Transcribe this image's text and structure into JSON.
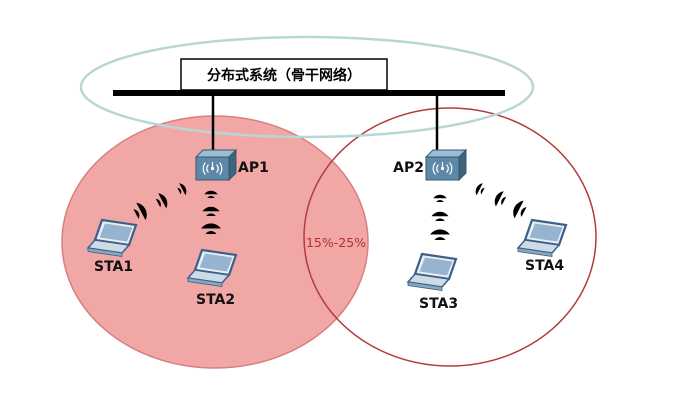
{
  "diagram": {
    "backbone_title": "分布式系统（骨干网络）",
    "overlap_label": "15%-25%",
    "access_points": [
      {
        "id": "ap1",
        "label": "AP1"
      },
      {
        "id": "ap2",
        "label": "AP2"
      }
    ],
    "stations": [
      {
        "id": "sta1",
        "label": "STA1"
      },
      {
        "id": "sta2",
        "label": "STA2"
      },
      {
        "id": "sta3",
        "label": "STA3"
      },
      {
        "id": "sta4",
        "label": "STA4"
      }
    ],
    "colors": {
      "left_cell_fill": "#f2a7a7",
      "left_cell_stroke": "#d87f7f",
      "right_cell_stroke": "#b23c3c",
      "backbone_bar": "#000000",
      "backbone_ellipse_stroke": "#b7d7d7",
      "signal_wave": "#a6bcd2",
      "overlap_text": "#b42e2e"
    }
  }
}
